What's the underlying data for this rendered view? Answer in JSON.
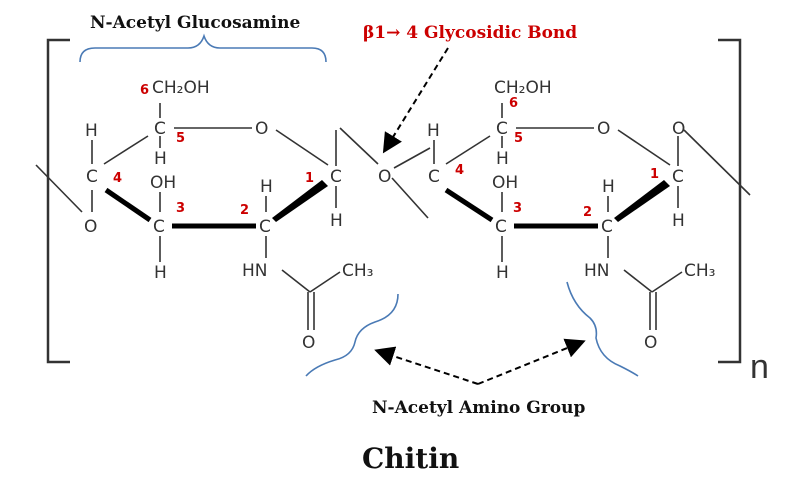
{
  "labels": {
    "top_left": "N-Acetyl Glucosamine",
    "top_right": "β1→ 4 Glycosidic Bond",
    "bottom": "N-Acetyl Amino Group",
    "title": "Chitin",
    "repeat_n": "n"
  },
  "atoms": {
    "ch2oh": "CH₂OH",
    "ch3": "CH₃",
    "o": "O",
    "h": "H",
    "c": "C",
    "oh": "OH",
    "hn": "HN"
  },
  "numbers": [
    "1",
    "2",
    "3",
    "4",
    "5",
    "6"
  ],
  "colors": {
    "number_red": "#cc0000",
    "title_red": "#cc0000",
    "brace_blue": "#4a7ab5",
    "text_dark": "#111111",
    "bond_gray": "#333333"
  }
}
